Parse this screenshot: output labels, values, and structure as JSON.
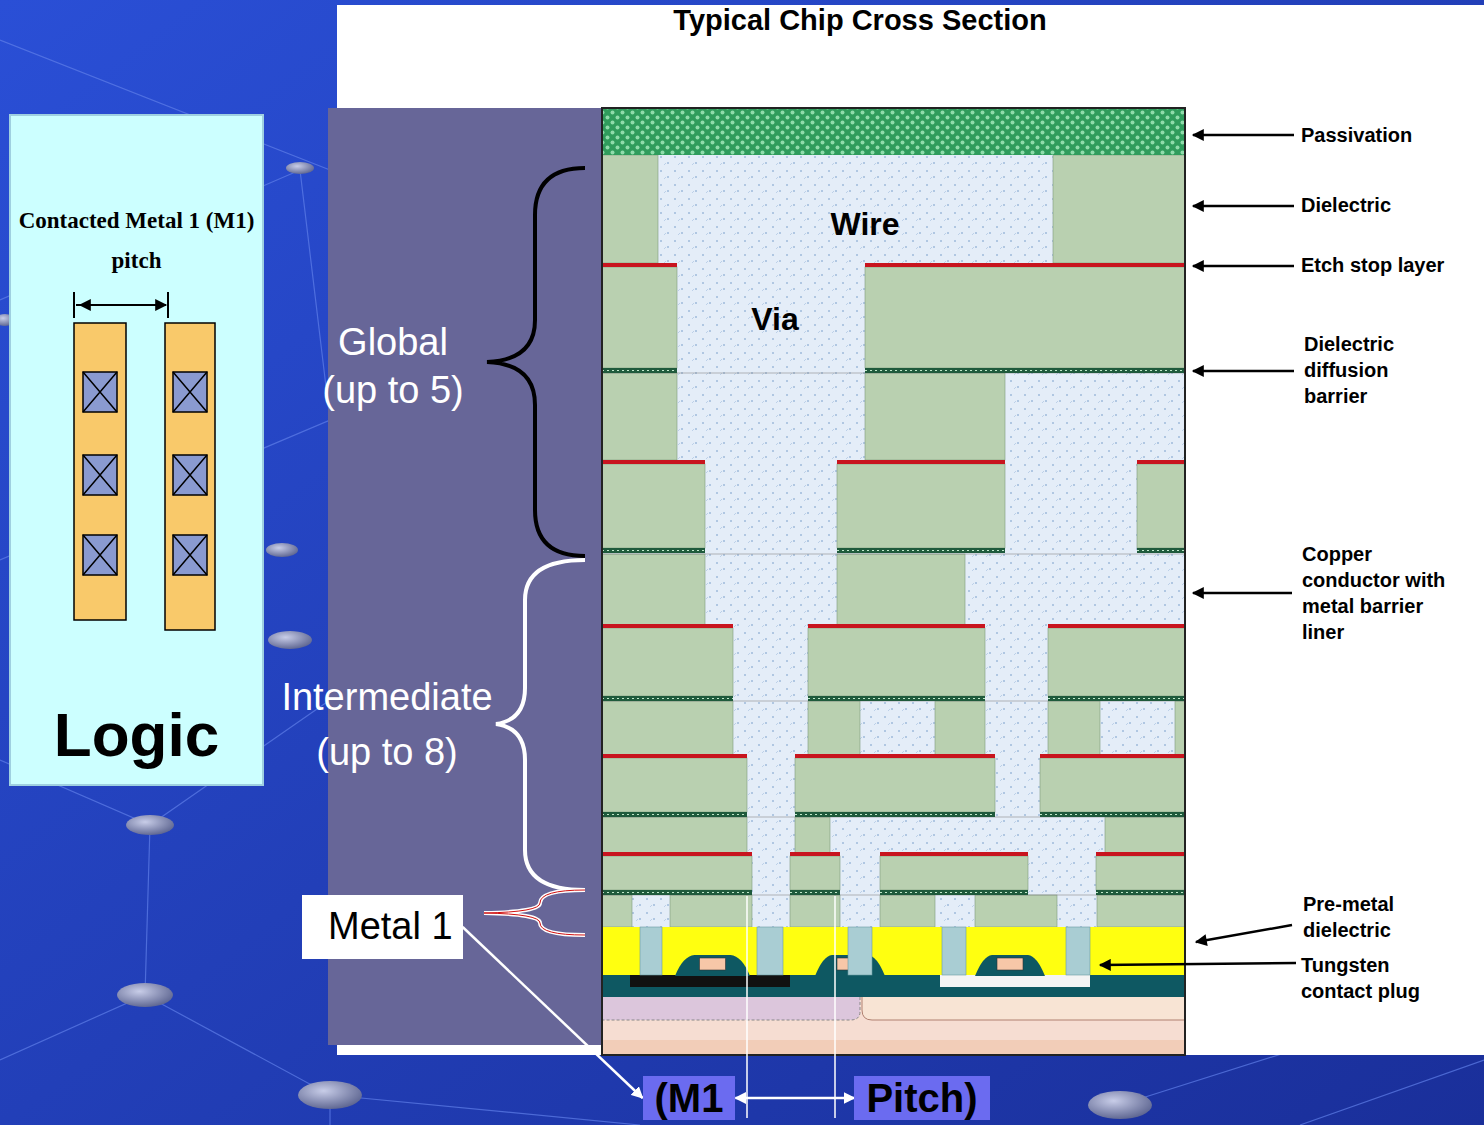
{
  "diagram": {
    "title": "Typical Chip Cross Section",
    "nodes": [
      {
        "text": [
          "Contacted Metal 1 (M1) pitch",
          "Logic"
        ]
      },
      {
        "text": [
          "Metal 1"
        ]
      },
      {
        "text": [
          "(M1"
        ]
      },
      {
        "text": [
          "Pitch)"
        ]
      }
    ],
    "edges": [
      {
        "from": 1,
        "to": 2,
        "arrow": "to"
      },
      {
        "from": 2,
        "to": 3,
        "arrow": "both"
      }
    ],
    "labels": [
      "Global (up to 5)",
      "Intermediate (up to 8)",
      "Wire",
      "Via",
      "Passivation",
      "Dielectric",
      "Etch stop layer",
      "Dielectric diffusion barrier",
      "Copper conductor with metal barrier liner",
      "Pre-metal dielectric",
      "Tungsten contact plug"
    ]
  }
}
